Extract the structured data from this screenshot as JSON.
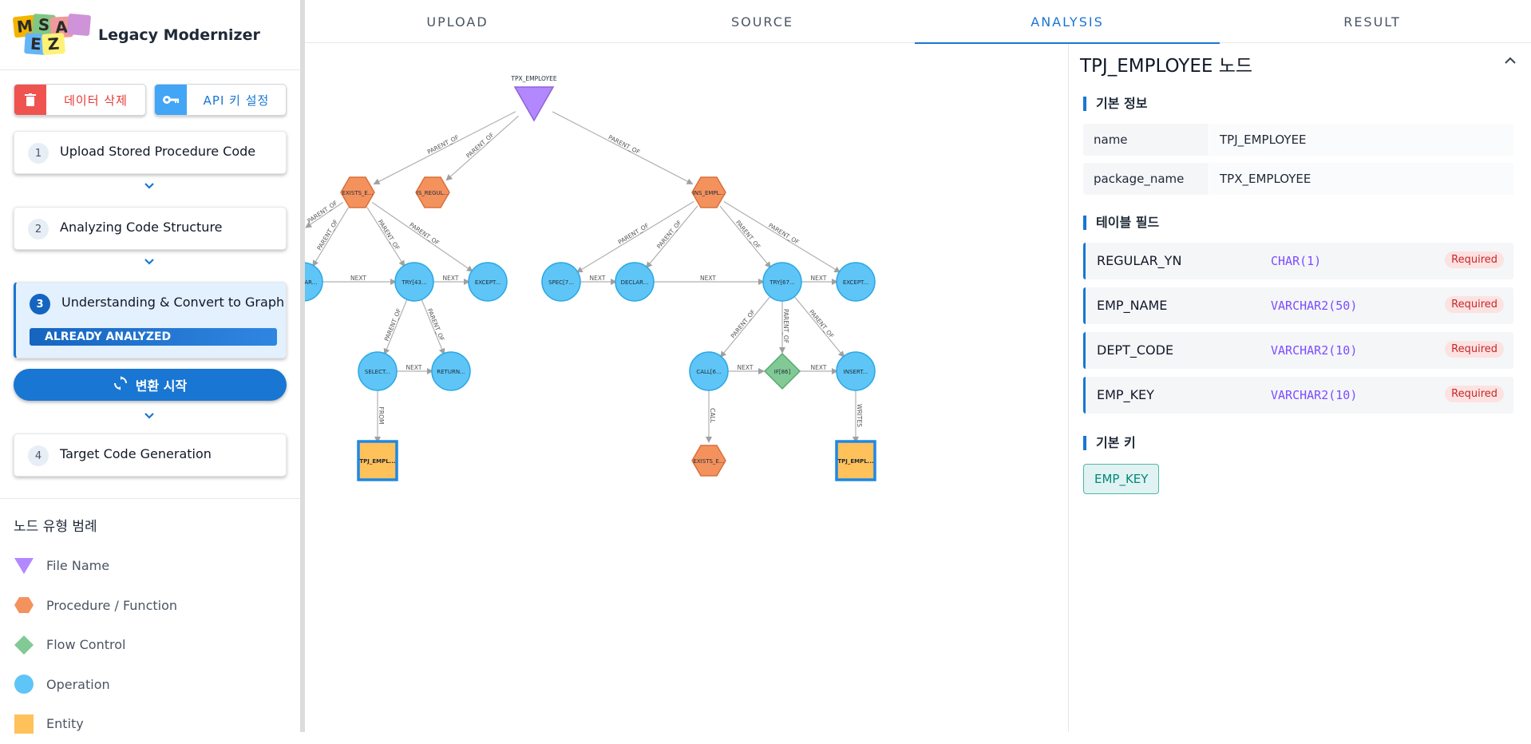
{
  "app": {
    "title": "Legacy Modernizer",
    "logo_letters": [
      "M",
      "S",
      "A",
      "E",
      "Z"
    ]
  },
  "sidebar": {
    "delete_button": "데이터 삭제",
    "api_button": "API 키 설정",
    "steps": [
      {
        "num": "1",
        "label": "Upload Stored Procedure Code"
      },
      {
        "num": "2",
        "label": "Analyzing Code Structure"
      },
      {
        "num": "3",
        "label": "Understanding & Convert to Graph",
        "status": "ALREADY ANALYZED"
      },
      {
        "num": "4",
        "label": "Target Code Generation"
      }
    ],
    "convert_button": "변환 시작"
  },
  "legend": {
    "title": "노드 유형 범례",
    "items": [
      {
        "label": "File Name",
        "shape": "triangle",
        "color": "#b388ff"
      },
      {
        "label": "Procedure / Function",
        "shape": "hexagon",
        "color": "#f4925e"
      },
      {
        "label": "Flow Control",
        "shape": "diamond",
        "color": "#81c995"
      },
      {
        "label": "Operation",
        "shape": "circle",
        "color": "#5ec5f6"
      },
      {
        "label": "Entity",
        "shape": "square",
        "color": "#ffc15a"
      }
    ]
  },
  "tabs": [
    "UPLOAD",
    "SOURCE",
    "ANALYSIS",
    "RESULT"
  ],
  "active_tab": "ANALYSIS",
  "graph": {
    "nodes": [
      {
        "id": "file",
        "label": "TPX_EMPLOYEE",
        "type": "file"
      },
      {
        "id": "p1",
        "label": "EXISTS_E...",
        "type": "proc"
      },
      {
        "id": "p2",
        "label": "IS_REGUL...",
        "type": "proc"
      },
      {
        "id": "p3",
        "label": "INS_EMPL...",
        "type": "proc"
      },
      {
        "id": "o0",
        "label": "DECLAR...",
        "type": "op"
      },
      {
        "id": "o1",
        "label": "TRY[43...",
        "type": "op"
      },
      {
        "id": "o2",
        "label": "EXCEPT...",
        "type": "op"
      },
      {
        "id": "o3",
        "label": "SPEC[7...",
        "type": "op"
      },
      {
        "id": "o4",
        "label": "DECLAR...",
        "type": "op"
      },
      {
        "id": "o5",
        "label": "TRY[67...",
        "type": "op"
      },
      {
        "id": "o6",
        "label": "EXCEPT...",
        "type": "op"
      },
      {
        "id": "o7",
        "label": "SELECT...",
        "type": "op"
      },
      {
        "id": "o8",
        "label": "RETURN...",
        "type": "op"
      },
      {
        "id": "o9",
        "label": "CALL[6...",
        "type": "op"
      },
      {
        "id": "f1",
        "label": "IF[86]",
        "type": "flow"
      },
      {
        "id": "o10",
        "label": "INSERT...",
        "type": "op"
      },
      {
        "id": "e1",
        "label": "TPJ_EMPL...",
        "type": "entity"
      },
      {
        "id": "p4",
        "label": "EXISTS_E...",
        "type": "proc"
      },
      {
        "id": "e2",
        "label": "TPJ_EMPL...",
        "type": "entity"
      }
    ],
    "edges": [
      {
        "from": "file",
        "to": "p1",
        "label": "PARENT_OF"
      },
      {
        "from": "file",
        "to": "p2",
        "label": "PARENT_OF"
      },
      {
        "from": "file",
        "to": "p3",
        "label": "PARENT_OF"
      },
      {
        "from": "p1",
        "to": "o0",
        "label": "PARENT_OF"
      },
      {
        "from": "p1",
        "to": "o1",
        "label": "PARENT_OF"
      },
      {
        "from": "p1",
        "to": "o2",
        "label": "PARENT_OF"
      },
      {
        "from": "p1",
        "to": "o0",
        "label": "PARENT_OF",
        "offset": true
      },
      {
        "from": "o0",
        "to": "o1",
        "label": "NEXT"
      },
      {
        "from": "o1",
        "to": "o2",
        "label": "NEXT"
      },
      {
        "from": "o1",
        "to": "o7",
        "label": "PARENT_OF"
      },
      {
        "from": "o1",
        "to": "o8",
        "label": "PARENT_OF"
      },
      {
        "from": "o7",
        "to": "o8",
        "label": "NEXT"
      },
      {
        "from": "o7",
        "to": "e1",
        "label": "FROM"
      },
      {
        "from": "p3",
        "to": "o3",
        "label": "PARENT_OF"
      },
      {
        "from": "p3",
        "to": "o4",
        "label": "PARENT_OF"
      },
      {
        "from": "p3",
        "to": "o5",
        "label": "PARENT_OF"
      },
      {
        "from": "p3",
        "to": "o6",
        "label": "PARENT_OF"
      },
      {
        "from": "o3",
        "to": "o4",
        "label": "NEXT"
      },
      {
        "from": "o4",
        "to": "o5",
        "label": "NEXT"
      },
      {
        "from": "o5",
        "to": "o6",
        "label": "NEXT"
      },
      {
        "from": "o5",
        "to": "o9",
        "label": "PARENT_OF"
      },
      {
        "from": "o5",
        "to": "f1",
        "label": "PARENT_OF"
      },
      {
        "from": "o5",
        "to": "o10",
        "label": "PARENT_OF"
      },
      {
        "from": "o9",
        "to": "f1",
        "label": "NEXT"
      },
      {
        "from": "f1",
        "to": "o10",
        "label": "NEXT"
      },
      {
        "from": "o9",
        "to": "p4",
        "label": "CALL"
      },
      {
        "from": "o10",
        "to": "e2",
        "label": "WRITES"
      }
    ],
    "colors": {
      "file": "#b388ff",
      "proc": "#f4925e",
      "flow": "#81c995",
      "op": "#5ec5f6",
      "entity": "#ffc15a",
      "entity_border": "#1e88e5",
      "edge": "#b0b0b0"
    }
  },
  "panel": {
    "title": "TPJ_EMPLOYEE 노드",
    "basic_info_title": "기본 정보",
    "basic_info": [
      {
        "key": "name",
        "value": "TPJ_EMPLOYEE"
      },
      {
        "key": "package_name",
        "value": "TPX_EMPLOYEE"
      }
    ],
    "fields_title": "테이블 필드",
    "fields": [
      {
        "name": "REGULAR_YN",
        "type": "CHAR(1)",
        "badge": "Required"
      },
      {
        "name": "EMP_NAME",
        "type": "VARCHAR2(50)",
        "badge": "Required"
      },
      {
        "name": "DEPT_CODE",
        "type": "VARCHAR2(10)",
        "badge": "Required"
      },
      {
        "name": "EMP_KEY",
        "type": "VARCHAR2(10)",
        "badge": "Required"
      }
    ],
    "primary_key_title": "기본 키",
    "primary_key": "EMP_KEY"
  }
}
